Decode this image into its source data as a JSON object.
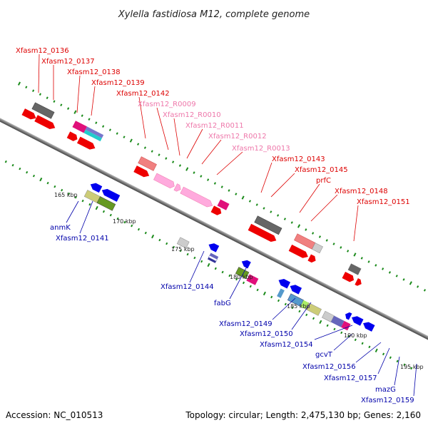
{
  "title": "Xylella fastidiosa M12, complete genome",
  "accession": "Accession: NC_010513",
  "topology": "Topology: circular; Length: 2,475,130 bp; Genes: 2,160",
  "colors": {
    "backbone": "#888888",
    "tick": "#1a8a1a",
    "label_top": "#dd0000",
    "label_rna": "#ee77aa",
    "label_bottom": "#0000aa"
  },
  "scale_labels": [
    "165 kbp",
    "170 kbp",
    "175 kbp",
    "180 kbp",
    "185 kbp",
    "190 kbp",
    "195 kbp"
  ],
  "top_labels": [
    "Xfasm12_0136",
    "Xfasm12_0137",
    "Xfasm12_0138",
    "Xfasm12_0139",
    "Xfasm12_0142",
    "Xfasm12_R0009",
    "Xfasm12_R0010",
    "Xfasm12_R0011",
    "Xfasm12_R0012",
    "Xfasm12_R0013",
    "Xfasm12_0143",
    "Xfasm12_0145",
    "prfC",
    "Xfasm12_0148",
    "Xfasm12_0151"
  ],
  "bottom_labels": [
    "anmK",
    "Xfasm12_0141",
    "Xfasm12_0144",
    "fabG",
    "Xfasm12_0149",
    "Xfasm12_0150",
    "Xfasm12_0154",
    "gcvT",
    "Xfasm12_0156",
    "Xfasm12_0157",
    "mazG",
    "Xfasm12_0159"
  ]
}
